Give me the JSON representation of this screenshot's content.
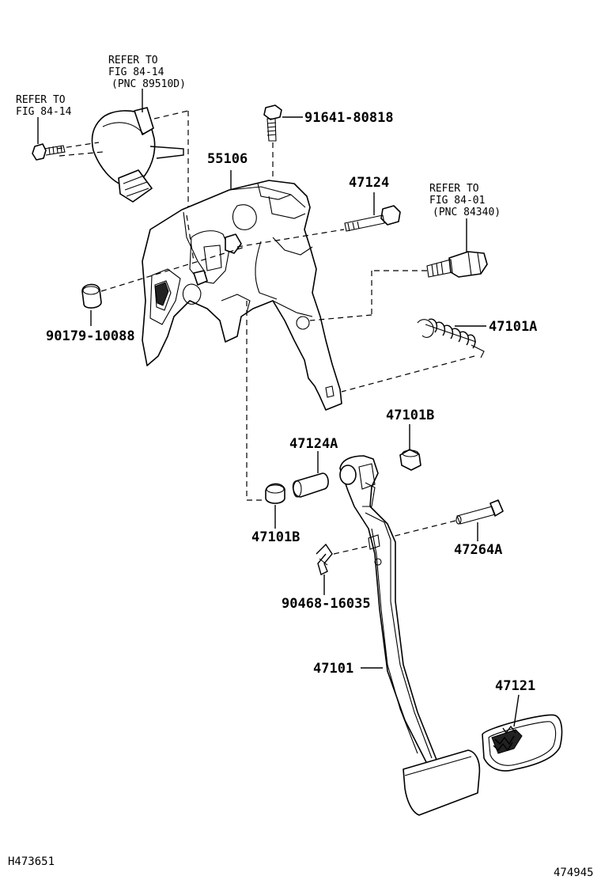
{
  "refs": {
    "sensor_ref": [
      "REFER TO",
      "FIG 84-14",
      "(PNC 89510D)"
    ],
    "bolt_ref": [
      "REFER TO",
      "FIG 84-14"
    ],
    "switch_ref": [
      "REFER TO",
      "FIG 84-01",
      "(PNC 84340)"
    ]
  },
  "parts": {
    "p91641": "91641-80818",
    "p55106": "55106",
    "p47124": "47124",
    "p90179": "90179-10088",
    "p47101A": "47101A",
    "p47101B_top": "47101B",
    "p47124A": "47124A",
    "p47101B_left": "47101B",
    "p47264A": "47264A",
    "p90468": "90468-16035",
    "p47101": "47101",
    "p47121": "47121"
  },
  "footer": {
    "left_code": "H473651",
    "right_code": "474945"
  }
}
